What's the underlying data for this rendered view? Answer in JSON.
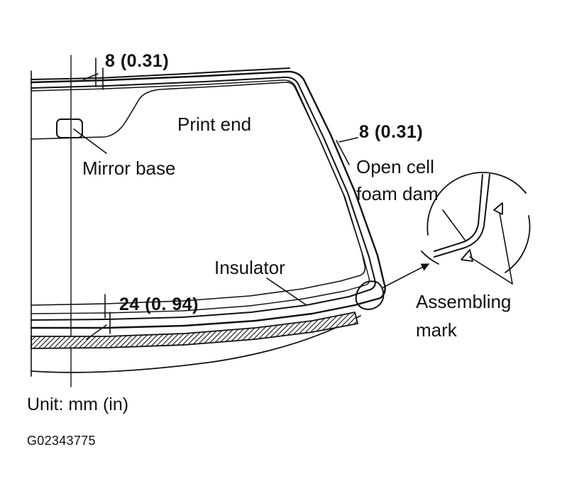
{
  "labels": {
    "dim_top": "8 (0.31)",
    "dim_side": "8 (0.31)",
    "dim_bottom": "24 (0. 94)",
    "print_end": "Print end",
    "mirror_base": "Mirror base",
    "foam_dam_line1": "Open cell",
    "foam_dam_line2": "foam dam",
    "insulator": "Insulator",
    "assembling_line1": "Assembling",
    "assembling_line2": "mark",
    "unit": "Unit: mm (in)",
    "figure_id": "G02343775"
  },
  "colors": {
    "ink": "#111111",
    "background": "#ffffff"
  }
}
